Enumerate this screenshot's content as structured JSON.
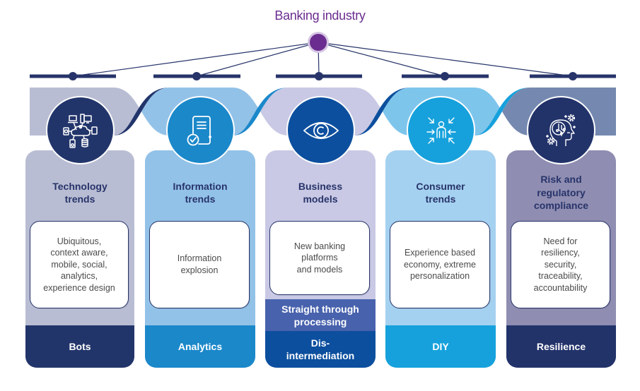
{
  "header": {
    "title": "Banking industry"
  },
  "hub": {
    "color": "#6b2d90",
    "halo": "#d6c6e4",
    "line_color": "#27346a"
  },
  "columns": [
    {
      "title": "Technology\ntrends",
      "description": "Ubiquitous,\ncontext aware,\nmobile, social,\nanalytics,\nexperience design",
      "outcome": "Bots",
      "icon": "network-devices-icon",
      "colors": {
        "card": "#b9bdd3",
        "accent": "#22356b",
        "band": "#b9bdd3",
        "ribbon": "#22356b"
      }
    },
    {
      "title": "Information\ntrends",
      "description": "Information\nexplosion",
      "outcome": "Analytics",
      "icon": "document-check-icon",
      "colors": {
        "card": "#93c2e8",
        "accent": "#1b88ca",
        "band": "#93c2e8",
        "ribbon": "#1b88ca"
      }
    },
    {
      "title": "Business\nmodels",
      "description": "New banking\nplatforms\nand models",
      "highlight": "Straight through\nprocessing",
      "outcome": "Dis-\nintermediation",
      "icon": "eye-icon",
      "colors": {
        "card": "#c9c9e5",
        "accent": "#0c4f9e",
        "highlight": "#4862ad",
        "band": "#c9c9e5",
        "ribbon": "#0c4f9e"
      }
    },
    {
      "title": "Consumer\ntrends",
      "description": "Experience based\neconomy, extreme\npersonalization",
      "outcome": "DIY",
      "icon": "person-focus-icon",
      "colors": {
        "card": "#a5d1f0",
        "accent": "#16a1dc",
        "band": "#7ec5ec",
        "ribbon": "#16a1dc"
      }
    },
    {
      "title": "Risk and\nregulatory\ncompliance",
      "description": "Need for\nresiliency,\nsecurity,\ntraceability,\naccountability",
      "outcome": "Resilience",
      "icon": "head-gears-icon",
      "colors": {
        "card": "#8f8db1",
        "accent": "#22336a",
        "band": "#7589b0",
        "ribbon": "#22336a"
      }
    }
  ]
}
